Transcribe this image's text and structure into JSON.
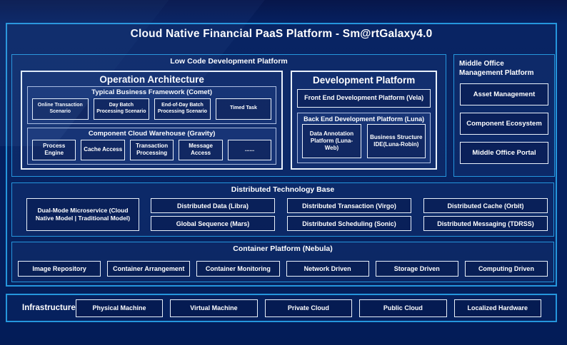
{
  "colors": {
    "accent_border": "#2596dd",
    "inner_border": "#e9f1fb",
    "background": "#04205f",
    "text": "#ffffff"
  },
  "header": {
    "title": "Cloud Native Financial PaaS Platform - Sm@rtGalaxy4.0"
  },
  "low_code_platform": {
    "label": "Low Code Development Platform",
    "operation_architecture": {
      "title": "Operation Architecture",
      "typical_business_framework": {
        "title": "Typical Business Framework (Comet)",
        "items": [
          "Online Transaction Scenario",
          "Day Batch Processing Scenario",
          "End-of-Day Batch Processing Scenario",
          "Timed Task"
        ]
      },
      "component_cloud_warehouse": {
        "title": "Component Cloud Warehouse (Gravity)",
        "items": [
          "Process Engine",
          "Cache Access",
          "Transaction Processing",
          "Message Access",
          "......"
        ]
      }
    },
    "development_platform": {
      "title": "Development Platform",
      "front_end": "Front End Development Platform (Vela)",
      "back_end": {
        "title": "Back End Development Platform (Luna)",
        "items": [
          "Data Annotation Platform (Luna-Web)",
          "Business Structure IDE(Luna-Robin)"
        ]
      }
    }
  },
  "middle_office": {
    "label": "Middle Office Management Platform",
    "items": [
      "Asset Management",
      "Component Ecosystem",
      "Middle Office Portal"
    ]
  },
  "distributed_technology_base": {
    "label": "Distributed Technology Base",
    "dual_mode": "Dual-Mode Microservice (Cloud Native Model | Traditional Model)",
    "grid": [
      [
        "Distributed Data (Libra)",
        "Distributed Transaction (Virgo)",
        "Distributed Cache (Orbit)"
      ],
      [
        "Global Sequence (Mars)",
        "Distributed Scheduling (Sonic)",
        "Distributed Messaging (TDRSS)"
      ]
    ]
  },
  "container_platform": {
    "label": "Container Platform (Nebula)",
    "items": [
      "Image Repository",
      "Container Arrangement",
      "Container Monitoring",
      "Network Driven",
      "Storage Driven",
      "Computing Driven"
    ]
  },
  "infrastructure": {
    "label": "Infrastructure",
    "items": [
      "Physical Machine",
      "Virtual Machine",
      "Private Cloud",
      "Public Cloud",
      "Localized Hardware"
    ]
  }
}
